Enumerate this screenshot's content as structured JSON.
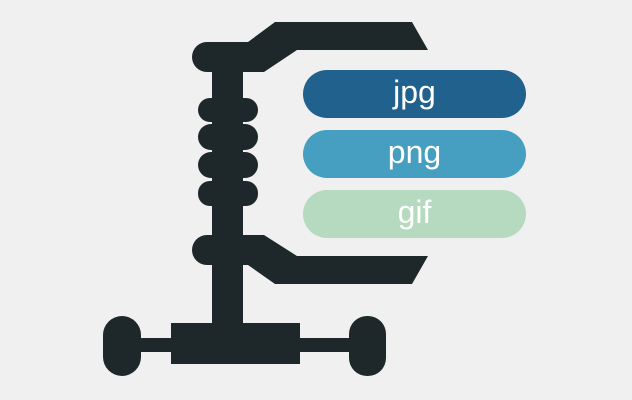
{
  "colors": {
    "background": "#f0f0f0",
    "clamp": "#1e282b",
    "jpg": "#20618d",
    "png": "#469fc1",
    "gif": "#b6dabf"
  },
  "icon": "compress-clamp-icon",
  "formats": [
    {
      "label": "jpg"
    },
    {
      "label": "png"
    },
    {
      "label": "gif"
    }
  ]
}
